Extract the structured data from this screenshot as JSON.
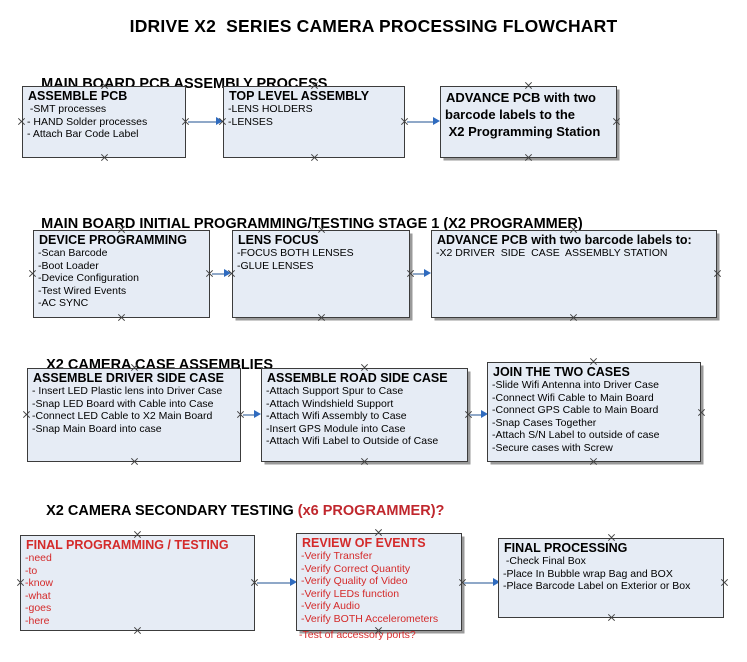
{
  "title": "IDRIVE X2  SERIES CAMERA PROCESSING FLOWCHART",
  "sections": [
    {
      "heading": "MAIN BOARD PCB ASSEMBLY PROCESS",
      "heading_red": "",
      "boxes": [
        {
          "title": "ASSEMBLE PCB",
          "lines": [
            " -SMT processes",
            "- HAND Solder processes",
            "- Attach Bar Code Label"
          ]
        },
        {
          "title": "TOP LEVEL ASSEMBLY",
          "lines": [
            "-LENS HOLDERS",
            "-LENSES"
          ]
        },
        {
          "title": "ADVANCE PCB with two",
          "lines": [
            "barcode labels to the",
            " X2 Programming Station"
          ]
        }
      ]
    },
    {
      "heading": "MAIN BOARD INITIAL PROGRAMMING/TESTING STAGE 1 (X2 PROGRAMMER)",
      "heading_red": "",
      "boxes": [
        {
          "title": "DEVICE PROGRAMMING",
          "lines": [
            "-Scan Barcode",
            "-Boot Loader",
            "-Device Configuration",
            "-Test Wired Events",
            "-AC SYNC"
          ]
        },
        {
          "title": "LENS FOCUS",
          "lines": [
            "-FOCUS BOTH LENSES",
            "-GLUE LENSES"
          ]
        },
        {
          "title": "ADVANCE PCB with two barcode labels to:",
          "lines": [
            "-X2 DRIVER  SIDE  CASE  ASSEMBLY STATION"
          ]
        }
      ]
    },
    {
      "heading": "X2 CAMERA CASE ASSEMBLIES",
      "heading_red": "",
      "boxes": [
        {
          "title": "ASSEMBLE DRIVER SIDE CASE",
          "lines": [
            "- Insert LED Plastic lens into Driver Case",
            "-Snap LED Board with Cable into Case",
            "-Connect LED Cable to X2 Main Board",
            "-Snap Main Board into case"
          ]
        },
        {
          "title": "ASSEMBLE ROAD SIDE CASE",
          "lines": [
            "-Attach Support Spur to Case",
            "-Attach Windshield Support",
            "-Attach Wifi Assembly to Case",
            "-Insert GPS Module into Case",
            "-Attach Wifi Label to Outside of Case"
          ]
        },
        {
          "title": "JOIN THE TWO CASES",
          "lines": [
            "-Slide Wifi Antenna into Driver Case",
            "-Connect Wifi Cable to Main Board",
            "-Connect GPS Cable to Main Board",
            "-Snap Cases Together",
            "-Attach S/N Label to outside of case",
            "-Secure cases with Screw"
          ]
        }
      ]
    },
    {
      "heading": "X2 CAMERA SECONDARY TESTING ",
      "heading_red": "(x6 PROGRAMMER)?",
      "boxes": [
        {
          "title": "FINAL PROGRAMMING / TESTING",
          "lines": [
            "-need",
            "-to",
            "-know",
            "-what",
            "-goes",
            "-here"
          ]
        },
        {
          "title": "REVIEW OF EVENTS",
          "lines": [
            "-Verify Transfer",
            "-Verify Correct Quantity",
            "-Verify Quality of Video",
            "-Verify LEDs function",
            "-Verify Audio",
            "-Verify BOTH Accelerometers"
          ],
          "overflow_line": "-Test of accessory ports?"
        },
        {
          "title": "FINAL PROCESSING",
          "lines": [
            " -Check Final Box",
            "-Place In Bubble wrap Bag and BOX",
            "-Place Barcode Label on Exterior or Box"
          ]
        }
      ]
    }
  ],
  "colors": {
    "box_fill": "#e6ecf5",
    "box_border": "#3c3c3c",
    "connector": "#8fa8c8",
    "arrowhead": "#2f6bbf",
    "red_text": "#d42a2a",
    "red_heading": "#c0272d"
  }
}
